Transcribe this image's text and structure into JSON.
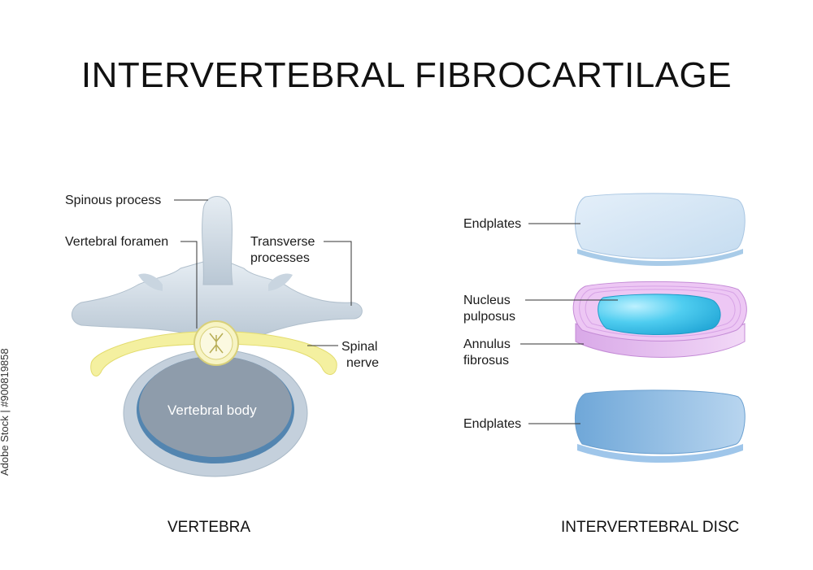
{
  "title": "INTERVERTEBRAL FIBROCARTILAGE",
  "vertebra": {
    "caption": "VERTEBRA",
    "body_label": "Vertebral body",
    "labels": {
      "spinous_process": "Spinous process",
      "vertebral_foramen": "Vertebral foramen",
      "transverse_processes_1": "Transverse",
      "transverse_processes_2": "processes",
      "spinal_nerve_1": "Spinal",
      "spinal_nerve_2": "nerve"
    }
  },
  "disc": {
    "caption": "INTERVERTEBRAL DISC",
    "labels": {
      "endplates_top": "Endplates",
      "nucleus_1": "Nucleus",
      "nucleus_2": "pulposus",
      "annulus_1": "Annulus",
      "annulus_2": "fibrosus",
      "endplates_bottom": "Endplates"
    }
  },
  "watermark": "Adobe Stock | #900819858",
  "colors": {
    "bone": "#d3dde6",
    "bone_dark": "#9fb0bf",
    "vertebral_body": "#8e9cab",
    "nerve": "#f4f0a0",
    "endplate_top": "#d6e6f5",
    "endplate_bottom": "#7eb1dd",
    "annulus": "#e3b8ee",
    "nucleus": "#4cc8ee"
  }
}
